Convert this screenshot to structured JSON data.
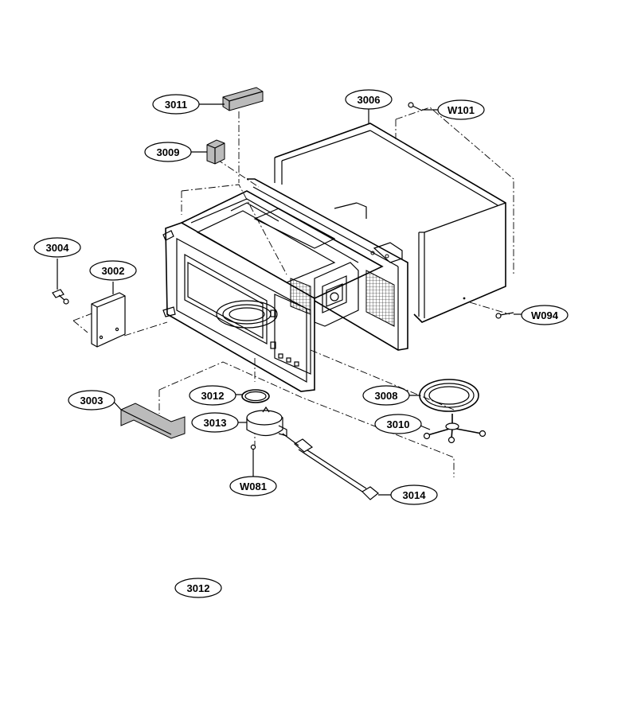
{
  "labels": {
    "p3011": "3011",
    "p3006": "3006",
    "pW101": "W101",
    "p3009": "3009",
    "p3004": "3004",
    "p3002": "3002",
    "pW094": "W094",
    "p3003": "3003",
    "p3012a": "3012",
    "p3008": "3008",
    "p3013": "3013",
    "p3010": "3010",
    "pW081": "W081",
    "p3014": "3014",
    "p3012b": "3012"
  }
}
